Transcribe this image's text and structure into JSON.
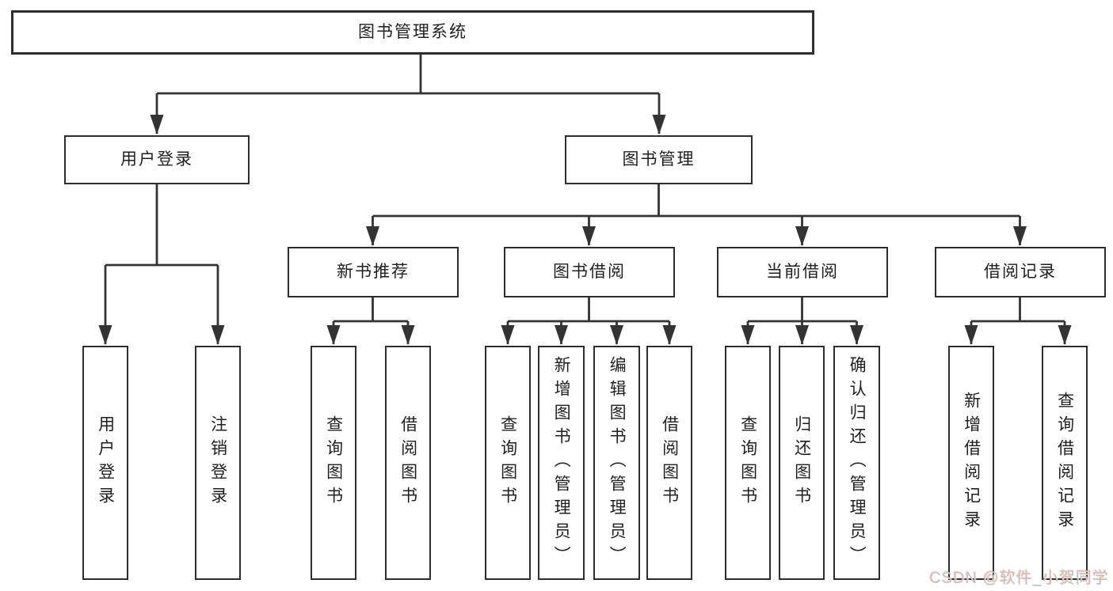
{
  "diagram_title": "图书管理系统",
  "tree": {
    "label": "图书管理系统",
    "children": [
      {
        "label": "用户登录",
        "children": [
          {
            "label": "用户登录"
          },
          {
            "label": "注销登录"
          }
        ]
      },
      {
        "label": "图书管理",
        "children": [
          {
            "label": "新书推荐",
            "children": [
              {
                "label": "查询图书"
              },
              {
                "label": "借阅图书"
              }
            ]
          },
          {
            "label": "图书借阅",
            "children": [
              {
                "label": "查询图书"
              },
              {
                "label": "新增图书（管理员）"
              },
              {
                "label": "编辑图书（管理员）"
              },
              {
                "label": "借阅图书"
              }
            ]
          },
          {
            "label": "当前借阅",
            "children": [
              {
                "label": "查询图书"
              },
              {
                "label": "归还图书"
              },
              {
                "label": "确认归还（管理员）"
              }
            ]
          },
          {
            "label": "借阅记录",
            "children": [
              {
                "label": "新增借阅记录"
              },
              {
                "label": "查询借阅记录"
              }
            ]
          }
        ]
      }
    ]
  },
  "watermark": "CSDN @软件_小贺同学",
  "colors": {
    "line": "#333333",
    "box_border": "#2d2d2d",
    "text": "#1f1f1f",
    "background": "#ffffff",
    "watermark_gray": "#c3c3c3",
    "watermark_accent": "#fc5531"
  }
}
